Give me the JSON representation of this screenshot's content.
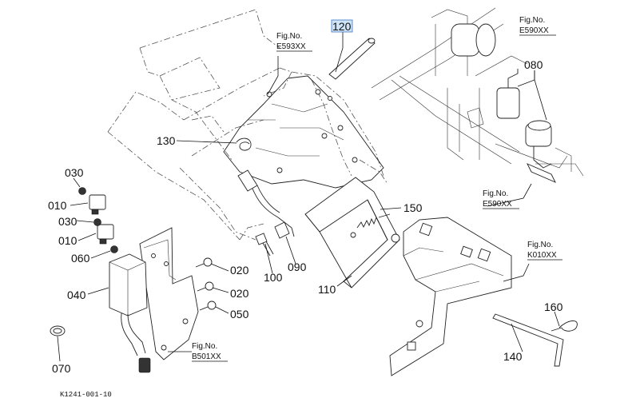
{
  "diagram": {
    "drawing_number": "K1241-001-10",
    "selected_part": "120",
    "parts": [
      {
        "id": "p120",
        "number": "120",
        "selected": true
      },
      {
        "id": "p080",
        "number": "080"
      },
      {
        "id": "p130",
        "number": "130"
      },
      {
        "id": "p030a",
        "number": "030"
      },
      {
        "id": "p010a",
        "number": "010"
      },
      {
        "id": "p030b",
        "number": "030"
      },
      {
        "id": "p010b",
        "number": "010"
      },
      {
        "id": "p060",
        "number": "060"
      },
      {
        "id": "p040",
        "number": "040"
      },
      {
        "id": "p020a",
        "number": "020"
      },
      {
        "id": "p020b",
        "number": "020"
      },
      {
        "id": "p050",
        "number": "050"
      },
      {
        "id": "p070",
        "number": "070"
      },
      {
        "id": "p100",
        "number": "100"
      },
      {
        "id": "p090",
        "number": "090"
      },
      {
        "id": "p110",
        "number": "110"
      },
      {
        "id": "p150",
        "number": "150"
      },
      {
        "id": "p160",
        "number": "160"
      },
      {
        "id": "p140",
        "number": "140"
      }
    ],
    "figure_refs": [
      {
        "id": "e593",
        "prefix": "Fig.No.",
        "code": "E593XX"
      },
      {
        "id": "e590a",
        "prefix": "Fig.No.",
        "code": "E590XX"
      },
      {
        "id": "e590b",
        "prefix": "Fig.No.",
        "code": "E590XX"
      },
      {
        "id": "k010",
        "prefix": "Fig.No.",
        "code": "K010XX"
      },
      {
        "id": "b501",
        "prefix": "Fig.No.",
        "code": "B501XX"
      }
    ],
    "colors": {
      "highlight_fill": "#cfe3f7",
      "highlight_border": "#3a78c2",
      "line": "#222222"
    }
  }
}
